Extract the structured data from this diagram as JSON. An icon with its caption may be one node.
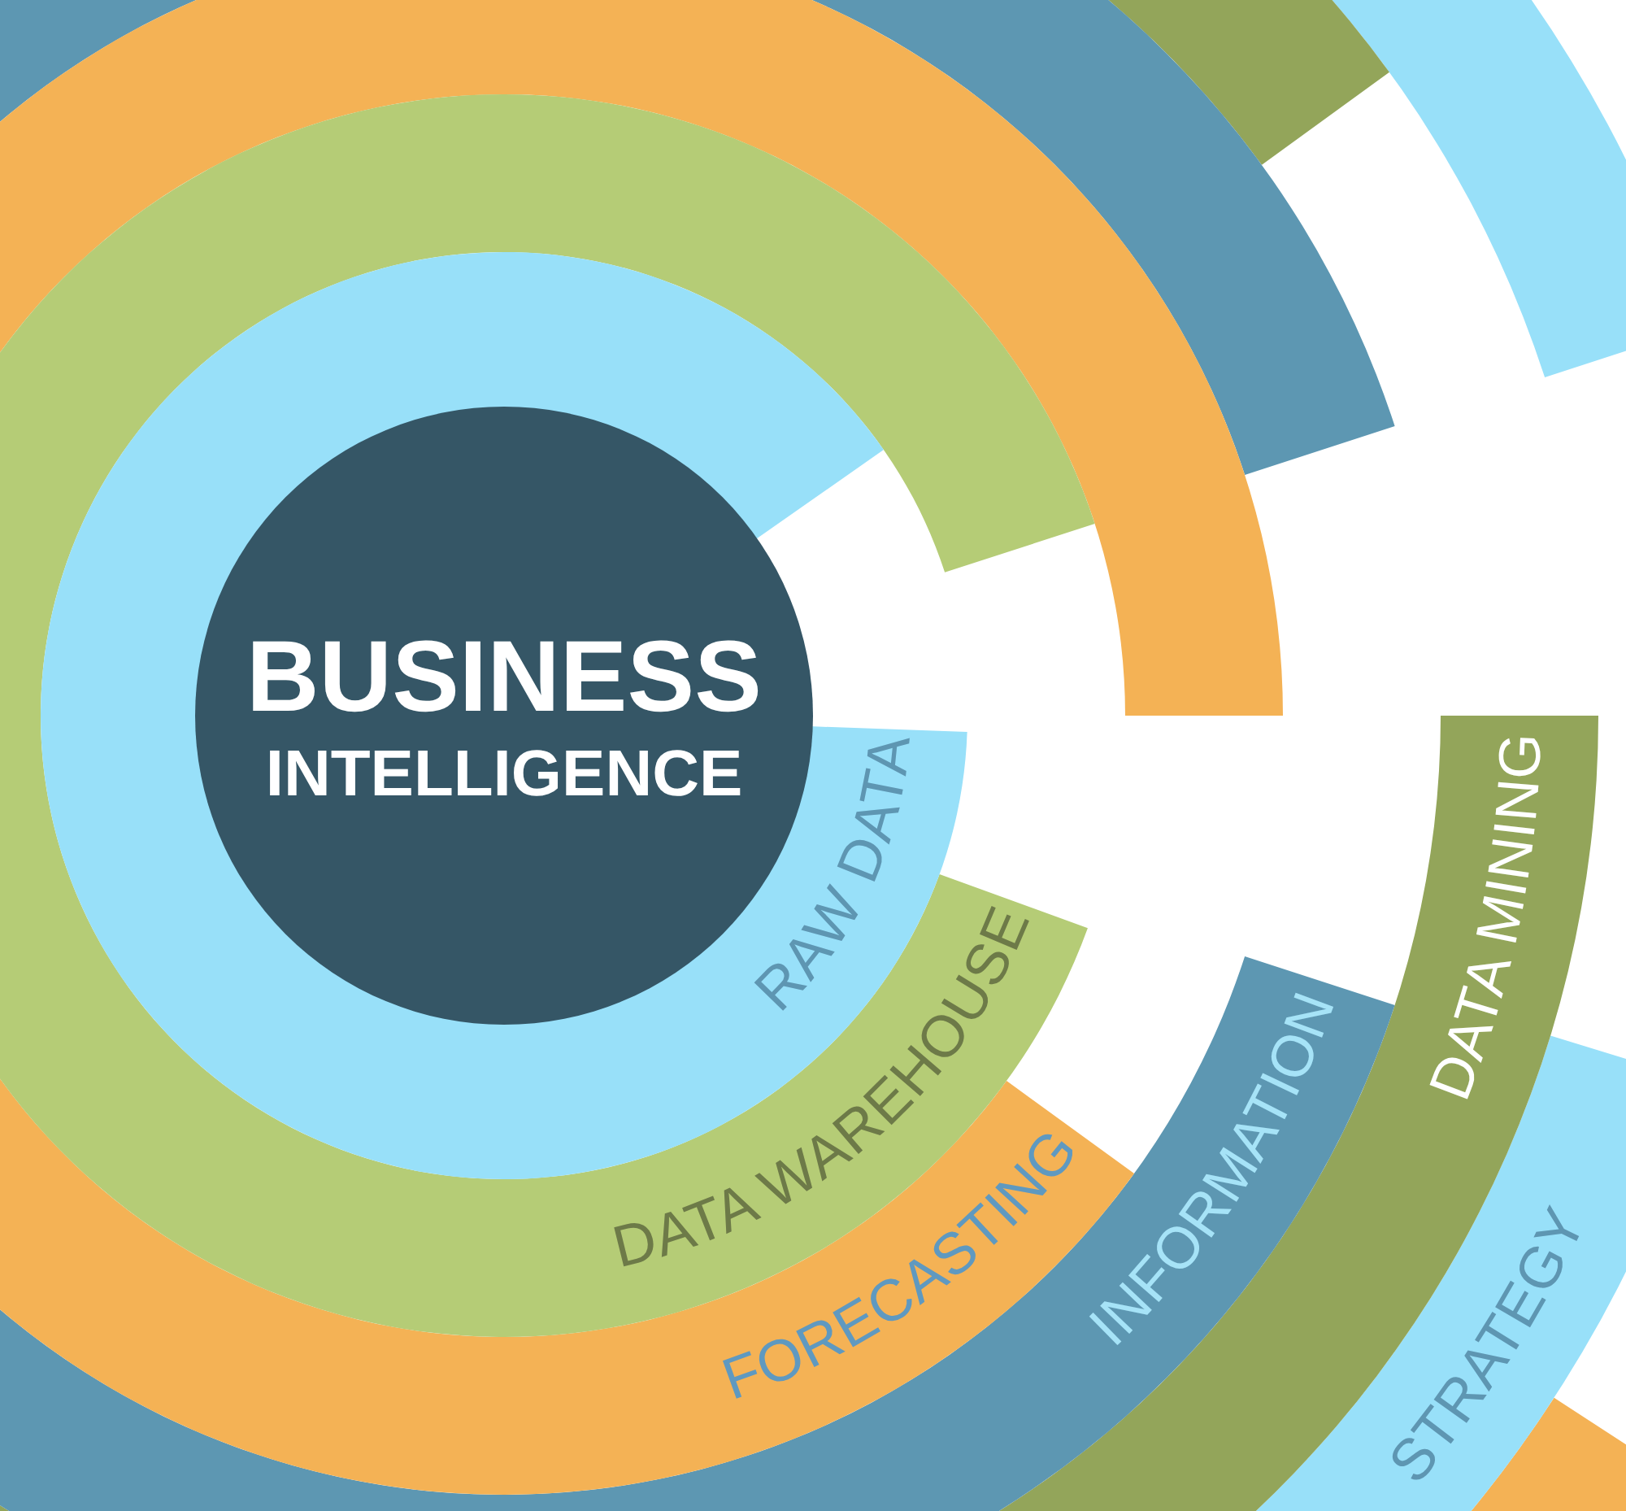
{
  "diagram": {
    "nodes": [
      {
        "text": [
          "BUSINESS",
          "INTELLIGENCE"
        ]
      },
      {
        "text": [
          "RAW DATA"
        ]
      },
      {
        "text": [
          "DATA WAREHOUSE"
        ]
      },
      {
        "text": [
          "FORECASTING"
        ]
      },
      {
        "text": [
          "INFORMATION"
        ]
      },
      {
        "text": [
          "DATA MINING"
        ]
      },
      {
        "text": [
          "STRATEGY"
        ]
      },
      {
        "text": [],
        "shape": "band"
      }
    ]
  }
}
